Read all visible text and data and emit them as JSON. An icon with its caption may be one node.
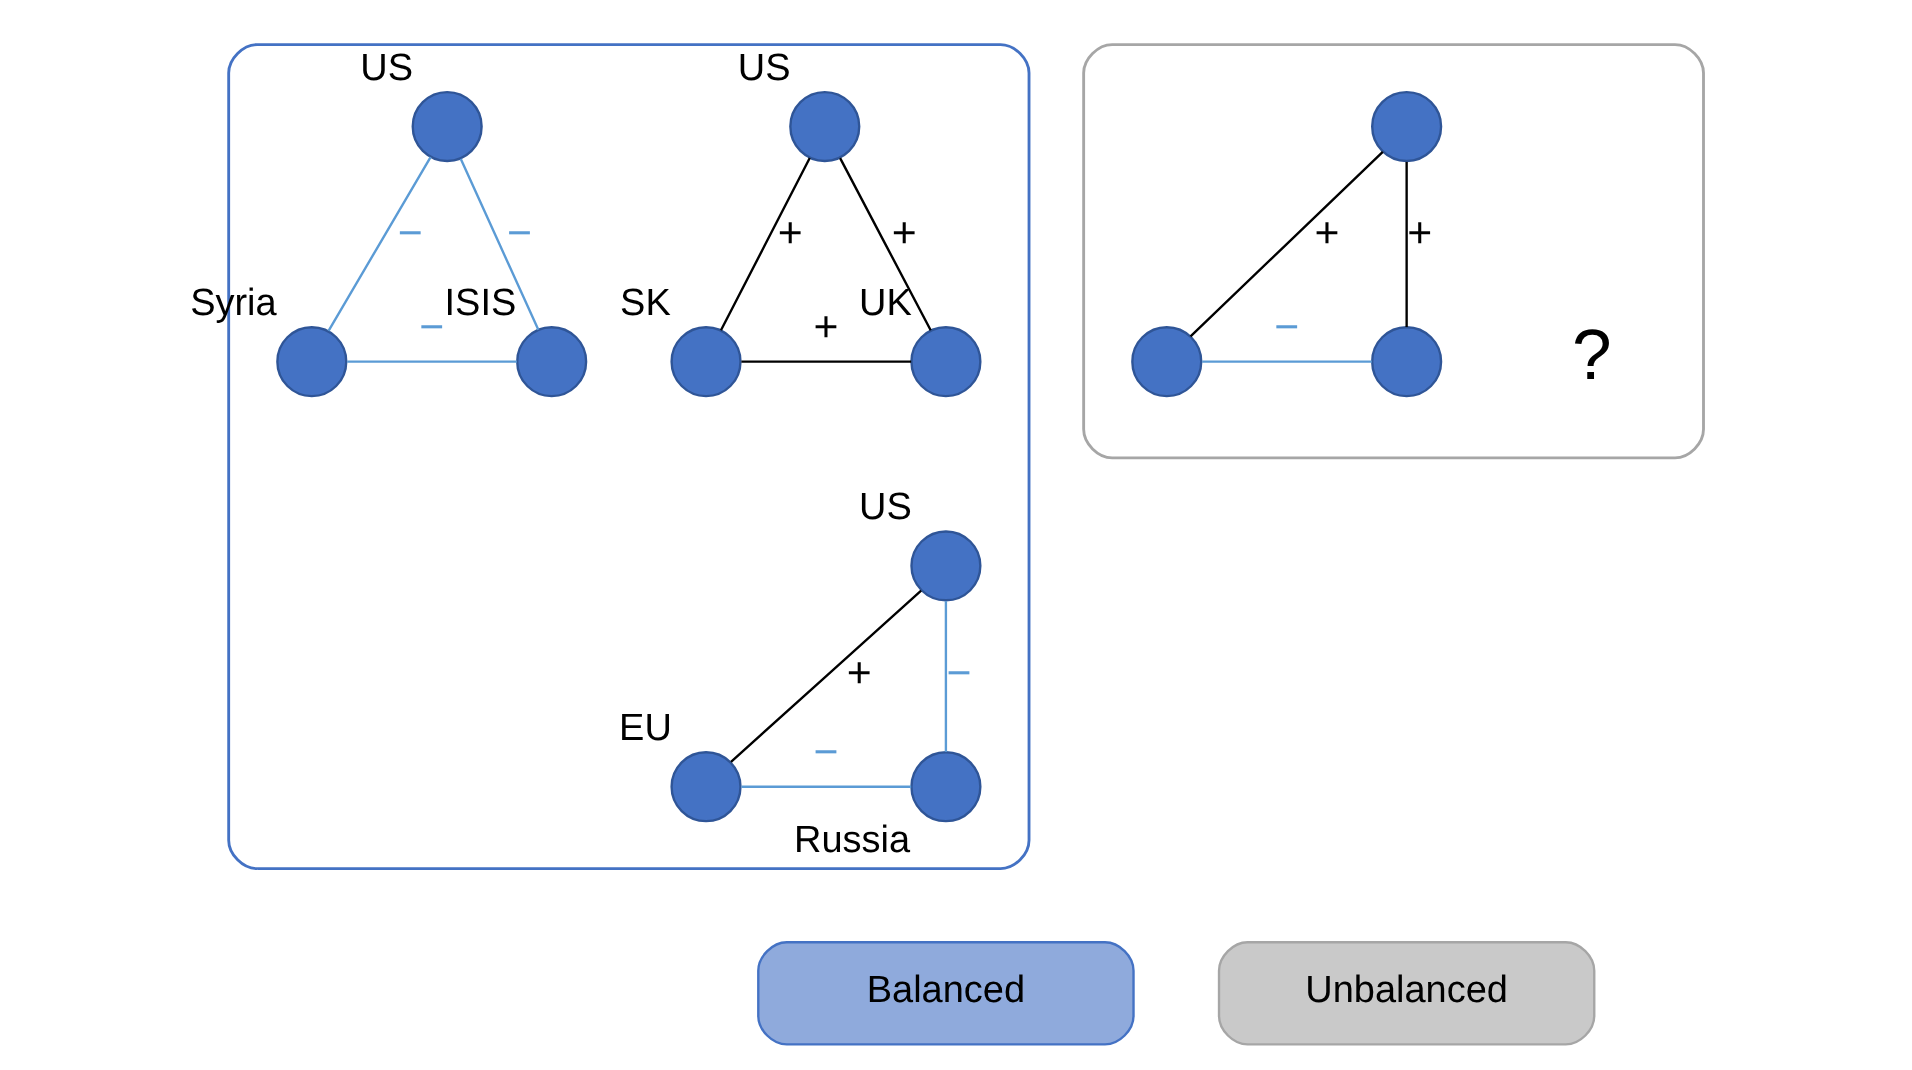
{
  "diagram": {
    "nodes": [
      {
        "text": [],
        "shape": "box"
      },
      {
        "text": [],
        "shape": "circle",
        "in": 0,
        "beside": [
          "US"
        ]
      },
      {
        "text": [],
        "shape": "circle",
        "in": 0,
        "beside": [
          "SK"
        ]
      },
      {
        "text": [],
        "shape": "circle",
        "in": 0,
        "beside": [
          "UK"
        ]
      },
      {
        "text": [],
        "shape": "circle",
        "in": 0,
        "beside": [
          "US"
        ]
      },
      {
        "text": [],
        "shape": "circle",
        "in": 0,
        "beside": [
          "EU"
        ]
      },
      {
        "text": [],
        "shape": "circle",
        "in": 0,
        "beside": [
          "Russia"
        ]
      },
      {
        "text": [],
        "shape": "circle",
        "in": 0,
        "beside": [
          "US"
        ]
      },
      {
        "text": [],
        "shape": "circle",
        "in": 0,
        "beside": [
          "Syria"
        ]
      },
      {
        "text": [],
        "shape": "circle",
        "in": 0,
        "beside": [
          "ISIS"
        ]
      },
      {
        "text": [],
        "shape": "box"
      },
      {
        "text": [],
        "shape": "circle",
        "in": 10
      },
      {
        "text": [],
        "shape": "circle",
        "in": 10
      },
      {
        "text": [],
        "shape": "circle",
        "in": 10
      },
      {
        "text": [
          "Balanced"
        ]
      },
      {
        "text": [
          "Unbalanced"
        ]
      }
    ],
    "edges": [
      {
        "from": 1,
        "to": 2,
        "arrow": "none",
        "label": "+"
      },
      {
        "from": 1,
        "to": 3,
        "arrow": "none",
        "label": "+"
      },
      {
        "from": 2,
        "to": 3,
        "arrow": "none",
        "label": "+"
      },
      {
        "from": 4,
        "to": 5,
        "arrow": "none",
        "label": "+"
      },
      {
        "from": 4,
        "to": 6,
        "arrow": "none",
        "label": "−",
        "color": "#5b9bd5"
      },
      {
        "from": 5,
        "to": 6,
        "arrow": "none",
        "label": "−",
        "color": "#5b9bd5"
      },
      {
        "from": 7,
        "to": 8,
        "arrow": "none",
        "label": "−",
        "color": "#5b9bd5"
      },
      {
        "from": 7,
        "to": 9,
        "arrow": "none",
        "label": "−",
        "color": "#5b9bd5"
      },
      {
        "from": 8,
        "to": 9,
        "arrow": "none",
        "label": "−",
        "color": "#5b9bd5"
      },
      {
        "from": 11,
        "to": 12,
        "arrow": "none",
        "label": "+"
      },
      {
        "from": 11,
        "to": 13,
        "arrow": "none",
        "label": "+"
      },
      {
        "from": 12,
        "to": 13,
        "arrow": "none",
        "label": "−",
        "color": "#5b9bd5"
      }
    ],
    "labels": [
      "?"
    ]
  }
}
